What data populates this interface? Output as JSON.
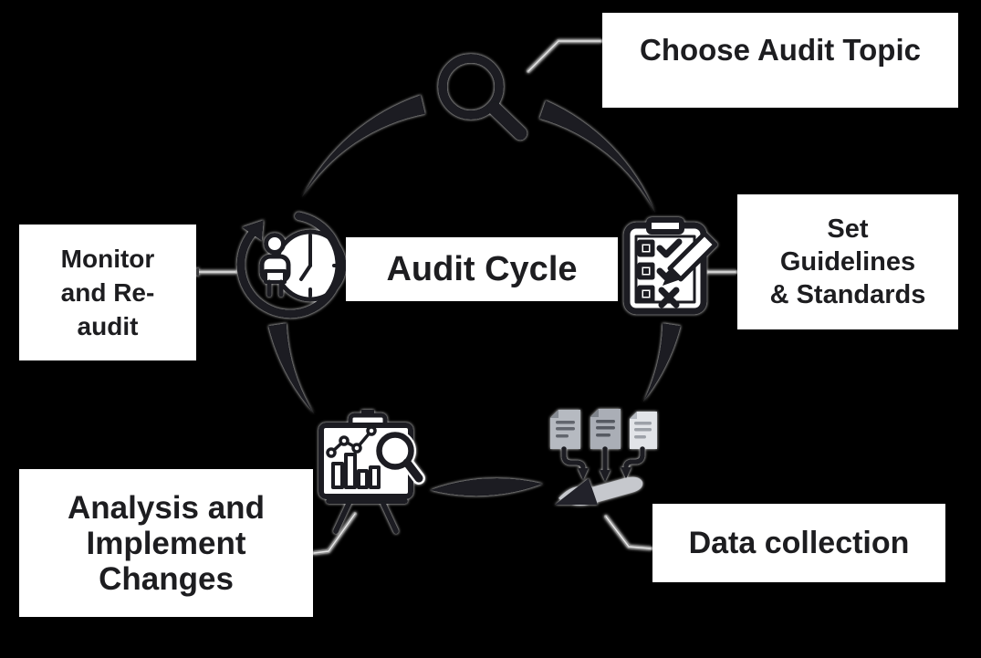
{
  "diagram": {
    "title": "Audit Cycle",
    "background_color": "#000000",
    "box_color": "#ffffff",
    "text_color": "#1d1d20",
    "icon_color": "#1a1b20",
    "connector_color": "#9b9b9b",
    "document_grays": [
      "#b6bac1",
      "#aaaeb6",
      "#e2e4e8"
    ]
  },
  "center": {
    "label": "Audit Cycle"
  },
  "stages": {
    "choose": {
      "label": "Choose Audit Topic",
      "icon": "magnifier-icon"
    },
    "guidelines": {
      "line1": "Set",
      "line2": "Guidelines",
      "line3": "& Standards",
      "icon": "clipboard-checklist-icon"
    },
    "data": {
      "label": "Data collection",
      "icon": "documents-into-hand-icon"
    },
    "analysis": {
      "line1": "Analysis and",
      "line2": "Implement",
      "line3": "Changes",
      "icon": "presentation-chart-magnifier-icon"
    },
    "monitor": {
      "line1": "Monitor",
      "line2": "and Re-",
      "line3": "audit",
      "icon": "person-clock-refresh-icon"
    }
  }
}
